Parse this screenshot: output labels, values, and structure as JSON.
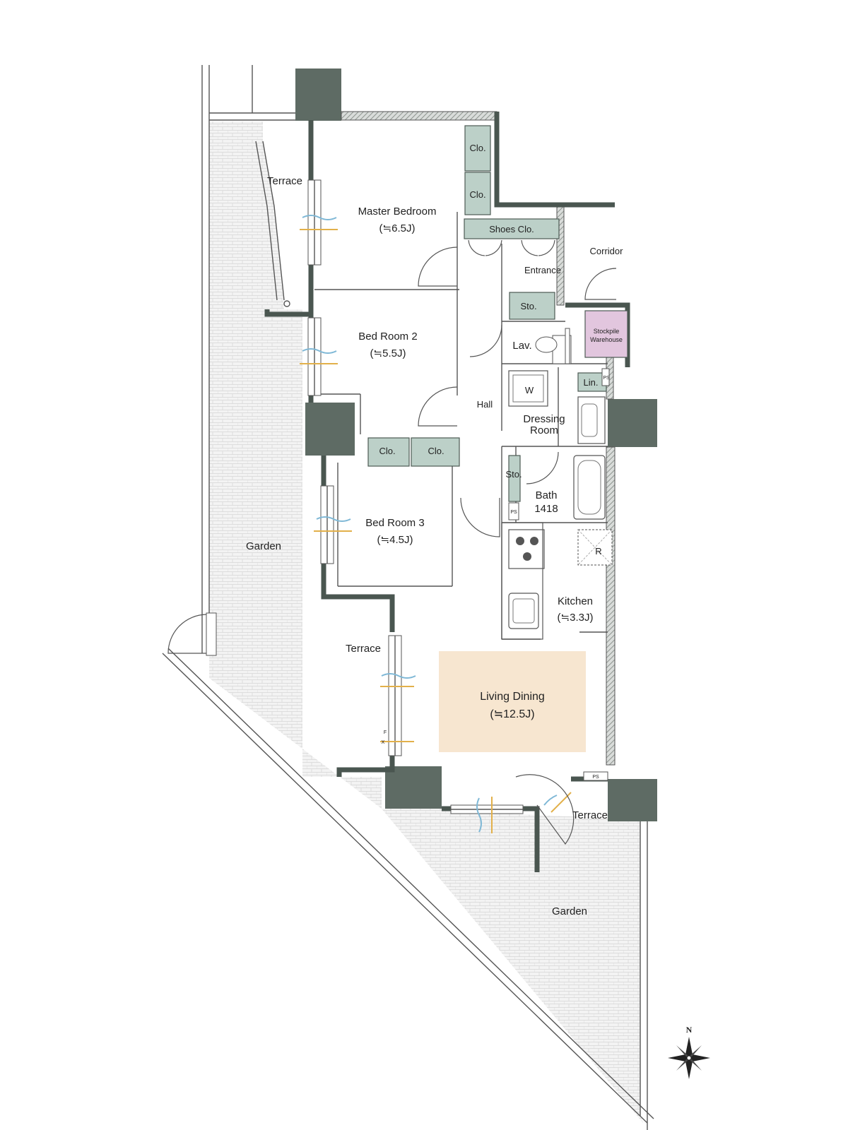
{
  "rooms": {
    "master_bedroom": {
      "name": "Master Bedroom",
      "size": "(≒6.5J)"
    },
    "bed_room_2": {
      "name": "Bed Room 2",
      "size": "(≒5.5J)"
    },
    "bed_room_3": {
      "name": "Bed Room 3",
      "size": "(≒4.5J)"
    },
    "living_dining": {
      "name": "Living Dining",
      "size": "(≒12.5J)"
    },
    "kitchen": {
      "name": "Kitchen",
      "size": "(≒3.3J)"
    },
    "bath": {
      "name": "Bath",
      "size": "1418"
    },
    "dressing_room": {
      "line1": "Dressing",
      "line2": "Room"
    },
    "hall": "Hall",
    "entrance": "Entrance",
    "corridor": "Corridor",
    "lav": "Lav.",
    "stockpile_warehouse": {
      "line1": "Stockpile",
      "line2": "Warehouse"
    }
  },
  "storage": {
    "clo_top_1": "Clo.",
    "clo_top_2": "Clo.",
    "shoes_clo": "Shoes Clo.",
    "sto_entrance": "Sto.",
    "clo_mid_1": "Clo.",
    "clo_mid_2": "Clo.",
    "sto_bath": "Sto.",
    "lin": "Lin."
  },
  "fixtures": {
    "washer": "W",
    "refrigerator": "R",
    "ps_1": "PS",
    "ps_2": "PS",
    "ps_3": "PS",
    "fix_window_f": "F",
    "fix_window_x": "X"
  },
  "outdoor": {
    "terrace_north": "Terrace",
    "garden_west": "Garden",
    "terrace_mid": "Terrace",
    "terrace_south": "Terrace",
    "garden_south": "Garden"
  },
  "compass": {
    "north": "N"
  },
  "colors": {
    "wall": "#5e6b64",
    "storage": "#bcd0c8",
    "living_dining_fill": "#f7e6d0",
    "stockpile_fill": "#e2c6de",
    "hatch": "#a9b0ac",
    "breeze_blue": "#7fb8d6",
    "breeze_gold": "#e2b04a"
  }
}
